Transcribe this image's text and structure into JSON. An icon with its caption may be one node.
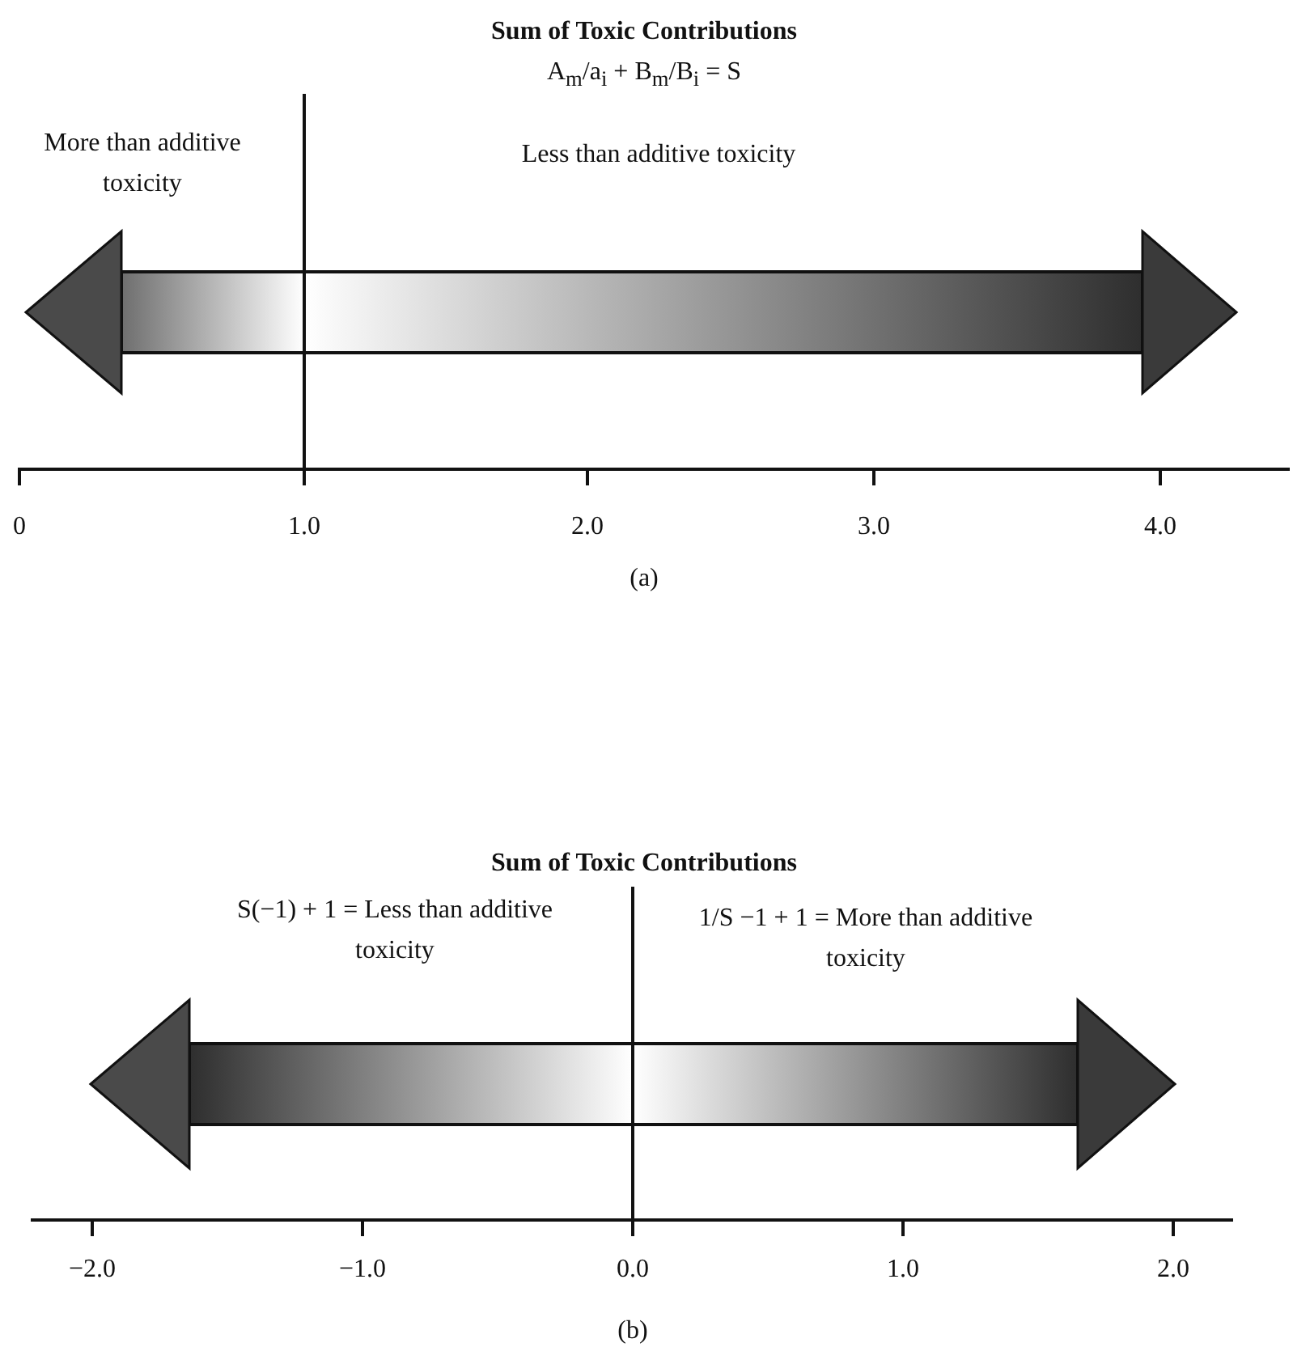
{
  "diagram": {
    "labels": [
      "Sum of Toxic Contributions",
      "A$_{m}$/a$_{i}$ + B$_{m}$/B$_{i}$ = S",
      "More than additive toxicity",
      "Less than additive toxicity",
      "0",
      "1.0",
      "2.0",
      "3.0",
      "4.0",
      "(a)",
      "Sum of Toxic Contributions",
      "S(−1) + 1 = Less than additive toxicity",
      "1/S −1 + 1 = More than additive toxicity",
      "−2.0",
      "−1.0",
      "0.0",
      "1.0",
      "2.0",
      "(b)"
    ]
  }
}
